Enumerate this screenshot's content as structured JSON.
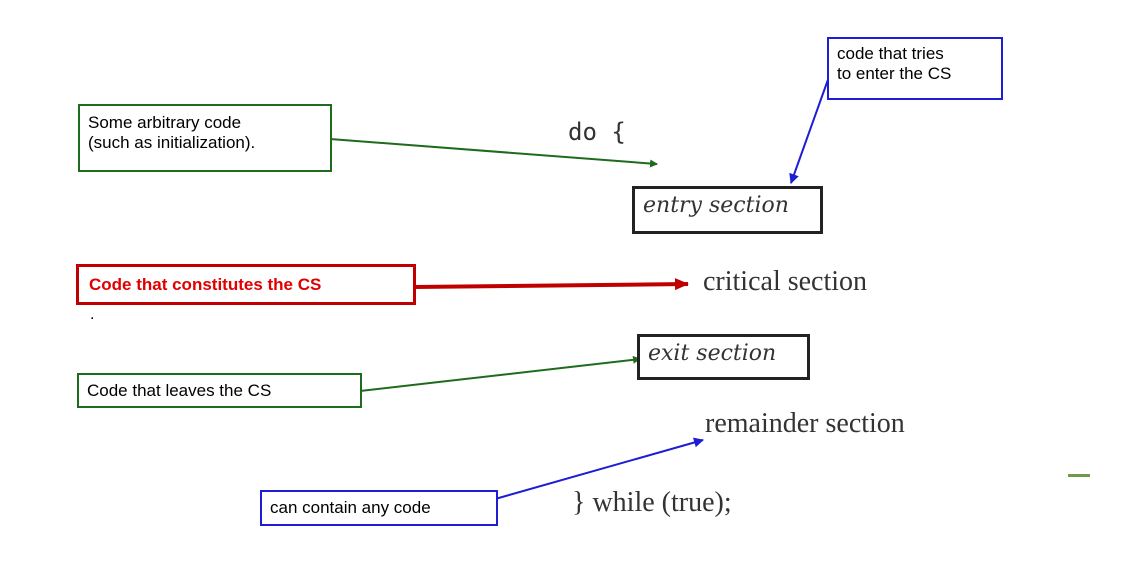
{
  "annotations": {
    "arbitrary_code": {
      "line1": "Some arbitrary code",
      "line2": "(such as initialization)."
    },
    "try_enter": {
      "line1": "code that tries",
      "line2": "to enter the CS"
    },
    "constitutes_cs": {
      "text": "Code that constitutes the CS"
    },
    "leaves_cs": {
      "text": "Code that leaves the CS"
    },
    "any_code": {
      "text": "can contain any code"
    }
  },
  "code": {
    "do": "do {",
    "entry": "entry section",
    "critical": "critical section",
    "exit": "exit section",
    "remainder": "remainder section",
    "while": "} while (true);"
  },
  "stray_dot": ".",
  "colors": {
    "green": "#1e6b1e",
    "blue": "#1d1dd4",
    "red": "#c00000"
  }
}
